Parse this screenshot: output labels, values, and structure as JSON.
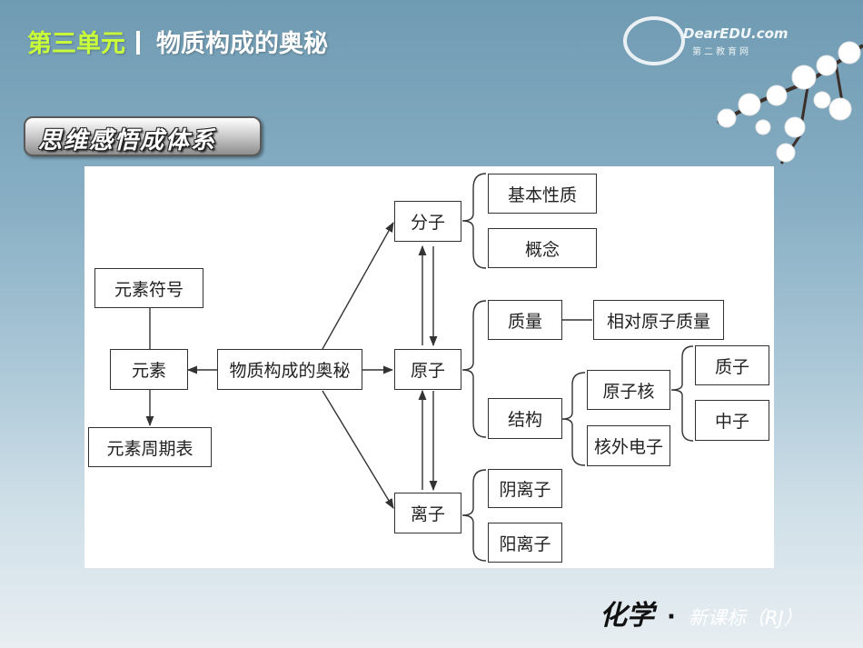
{
  "header": {
    "unit": "第三单元",
    "title": "物质构成的奥秘"
  },
  "logo": {
    "brand": "DearEDU.com",
    "subtitle": "第二教育网"
  },
  "section_badge": "思维感悟成体系",
  "diagram": {
    "nodes": {
      "symbol": "元素符号",
      "element": "元素",
      "periodic": "元素周期表",
      "center": "物质构成的奥秘",
      "molecule": "分子",
      "atom": "原子",
      "ion": "离子",
      "basic_props": "基本性质",
      "concept": "概念",
      "mass": "质量",
      "relative_mass": "相对原子质量",
      "structure": "结构",
      "nucleus": "原子核",
      "electrons": "核外电子",
      "proton": "质子",
      "neutron": "中子",
      "anion": "阴离子",
      "cation": "阳离子"
    }
  },
  "footer": {
    "subject": "化学",
    "dot": "·",
    "course": "新课标（RJ）"
  },
  "colors": {
    "unit_accent": "#c8ff3a",
    "line": "#333333"
  }
}
